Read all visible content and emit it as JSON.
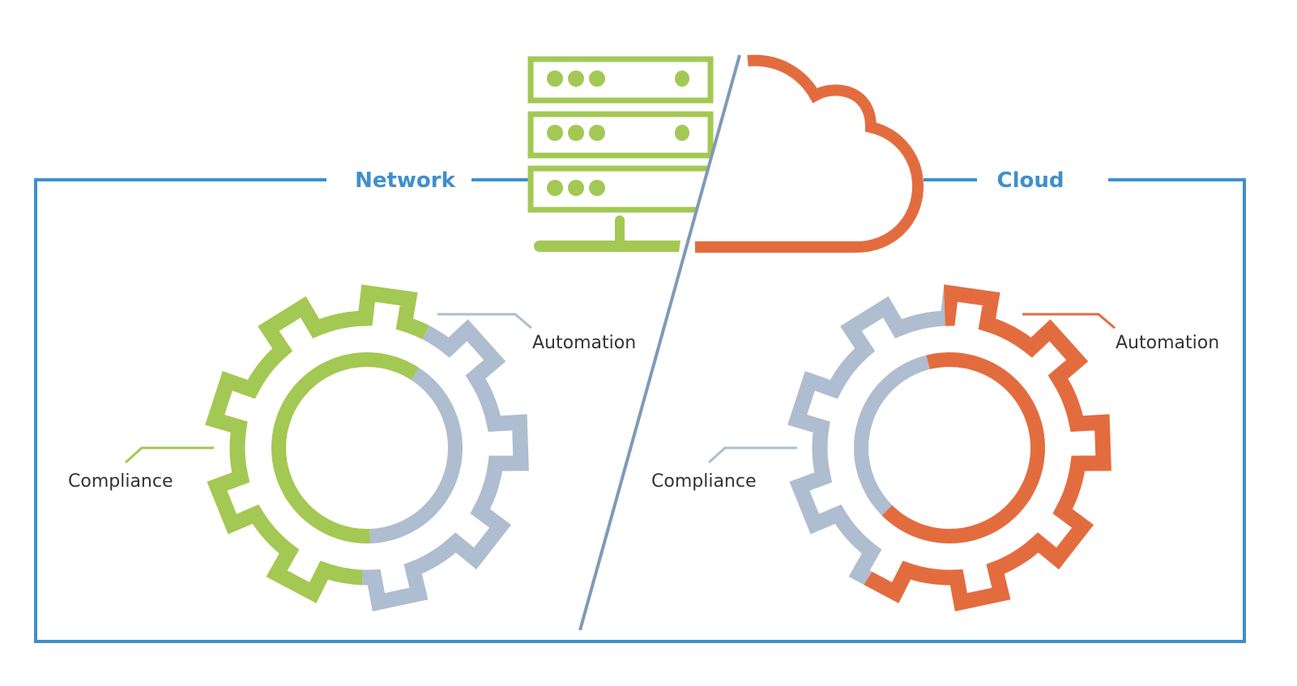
{
  "colors": {
    "frame": "#3f8fcc",
    "network": "#a3c853",
    "cloud": "#e36c3f",
    "neutral": "#aebdd0",
    "divider": "#7f9ab5",
    "label": "#333333"
  },
  "sections": {
    "network": {
      "title": "Network",
      "icon": "server-rack-icon",
      "gear": {
        "compliance_label": "Compliance",
        "automation_label": "Automation",
        "compliance_share": 0.57,
        "automation_share": 0.43,
        "highlight": "compliance"
      }
    },
    "cloud": {
      "title": "Cloud",
      "icon": "cloud-icon",
      "gear": {
        "compliance_label": "Compliance",
        "automation_label": "Automation",
        "compliance_share": 0.41,
        "automation_share": 0.59,
        "highlight": "automation"
      }
    }
  }
}
